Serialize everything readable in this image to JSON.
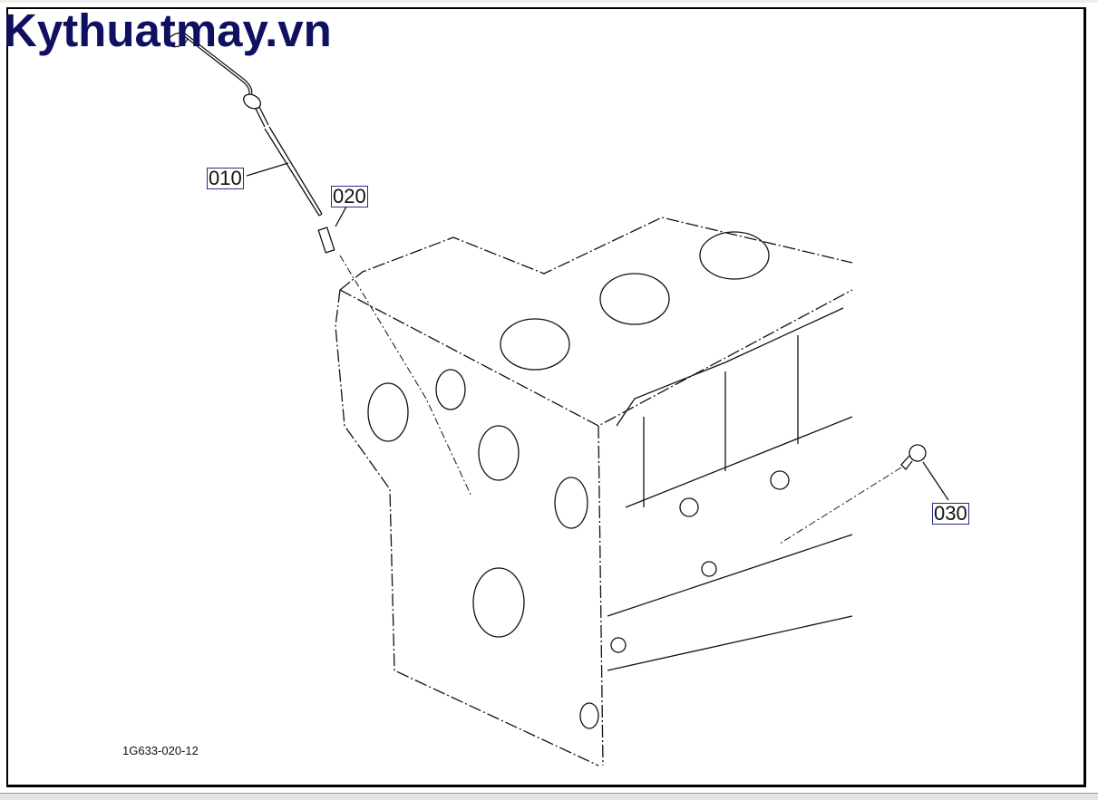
{
  "watermark": "Kythuatmay.vn",
  "callouts": {
    "part_010": "010",
    "part_020": "020",
    "part_030": "030"
  },
  "figure_code": "1G633-020-12"
}
